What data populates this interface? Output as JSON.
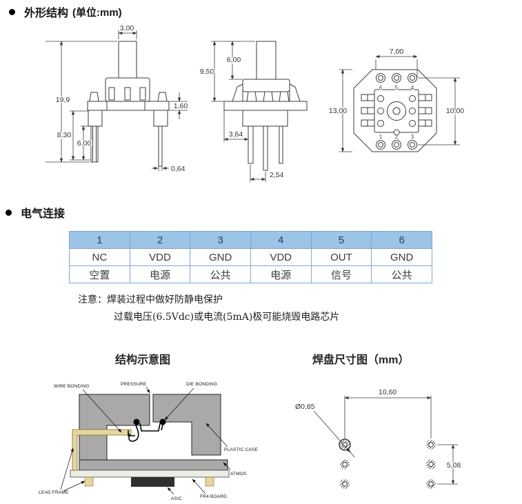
{
  "page": {
    "section1": {
      "title": "外形结构",
      "unit": "(单位:mm)"
    },
    "section2": {
      "title": "电气连接"
    },
    "notes": {
      "line1": "注意：焊装过程中做好防静电保护",
      "line2": "过载电压(6.5Vdc)或电流(5mA)极可能烧毁电路芯片"
    },
    "diagram_titles": {
      "structure": "结构示意图",
      "pad": "焊盘尺寸图（mm）"
    }
  },
  "outline_drawing": {
    "front_view": {
      "dim_top_width": "3,00",
      "dim_total_height": "19,9",
      "dim_flange_thickness": "1,60",
      "dim_pin_length": "8,30",
      "dim_pin_exposed": "6,00",
      "dim_pin_width": "0,64"
    },
    "side_view": {
      "dim_cap_height": "9,50",
      "dim_port_height": "6,00",
      "dim_pin_offset": "3,64",
      "dim_pin_pitch": "2,54"
    },
    "top_view": {
      "dim_body_width": "7,00",
      "dim_overall": "13,00",
      "dim_pin_row_span": "10,00",
      "pins_top": [
        "6",
        "5",
        "4"
      ],
      "pins_bottom": [
        "1",
        "2",
        "3"
      ]
    }
  },
  "pin_table": {
    "headers": [
      "1",
      "2",
      "3",
      "4",
      "5",
      "6"
    ],
    "signals": [
      "NC",
      "VDD",
      "GND",
      "VDD",
      "OUT",
      "GND"
    ],
    "functions": [
      "空置",
      "电源",
      "公共",
      "电源",
      "信号",
      "公共"
    ],
    "colors": {
      "header_bg": "#9dc3e6",
      "border": "#7ba7d7",
      "header_text": "#1f3f68",
      "body_text": "#3c3c3c"
    }
  },
  "structure_diagram": {
    "labels": {
      "wire_bonding": "WIRE BONDING",
      "pressure": "PRESSURE",
      "die_bonding": "DIE BONDING",
      "plastic_case": "PLASTIC CASE",
      "atmos": "ATMOS",
      "lead_frame": "LEAD FRAME",
      "asic": "ASIC",
      "fr4_board": "FR4 BOARD"
    },
    "colors": {
      "case": "#a9a9a9",
      "lead_frame": "#e7d69b",
      "board": "#eceee3",
      "asic": "#2f2f2f"
    }
  },
  "pad_diagram": {
    "dim_hole": "Ø0,85",
    "dim_col_spacing": "10,60",
    "dim_row_span": "5,08"
  }
}
